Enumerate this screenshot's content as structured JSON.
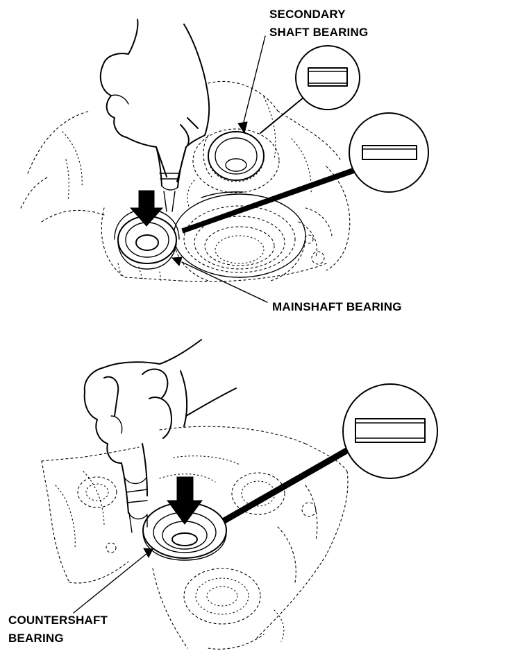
{
  "labels": {
    "secondary_line1": "SECONDARY",
    "secondary_line2": "SHAFT BEARING",
    "mainshaft": "MAINSHAFT BEARING",
    "countershaft_line1": "COUNTERSHAFT",
    "countershaft_line2": "BEARING"
  },
  "colors": {
    "ink": "#000000",
    "background": "#ffffff"
  },
  "icons": {
    "press_direction": "down-arrow-icon",
    "bearing_detail": "bearing-cross-section-icon"
  }
}
